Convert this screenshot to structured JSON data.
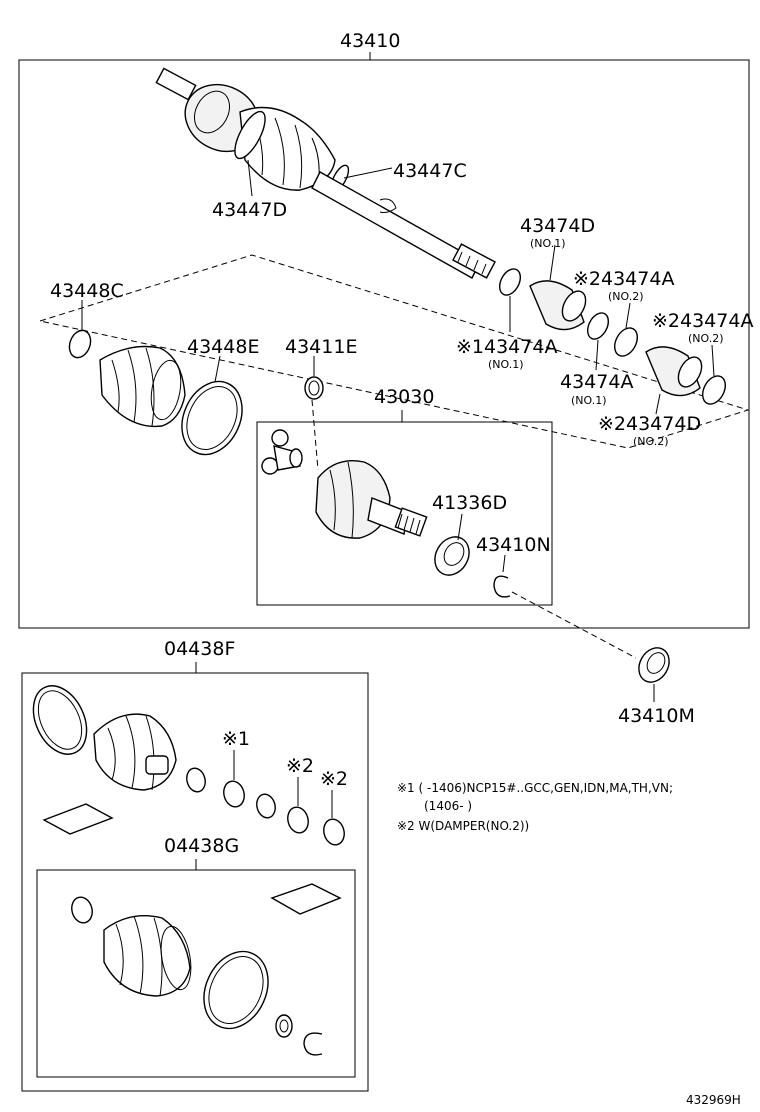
{
  "labels": {
    "p43410": "43410",
    "p43447C": "43447C",
    "p43447D": "43447D",
    "p43474D_1": "43474D",
    "p43474D_1_sub": "(NO.1)",
    "p43474A_2a": "※243474A",
    "p43474A_2a_sub": "(NO.2)",
    "p43474A_2b": "※243474A",
    "p43474A_2b_sub": "(NO.2)",
    "p43474A_1a": "※143474A",
    "p43474A_1a_sub": "(NO.1)",
    "p43474A_1b": "43474A",
    "p43474A_1b_sub": "(NO.1)",
    "p43474D_2": "※243474D",
    "p43474D_2_sub": "(NO.2)",
    "p43448C": "43448C",
    "p43448E": "43448E",
    "p43411E": "43411E",
    "p43030": "43030",
    "p41336D": "41336D",
    "p43410N": "43410N",
    "p43410M": "43410M",
    "p04438F": "04438F",
    "p04438G": "04438G",
    "mark1": "※1",
    "mark2a": "※2",
    "mark2b": "※2"
  },
  "notes": {
    "line1": "※1 (       -1406)NCP15#..GCC,GEN,IDN,MA,TH,VN;",
    "line2": "(1406-        )",
    "line3": "※2 W(DAMPER(NO.2))"
  },
  "figure_id": "432969H"
}
